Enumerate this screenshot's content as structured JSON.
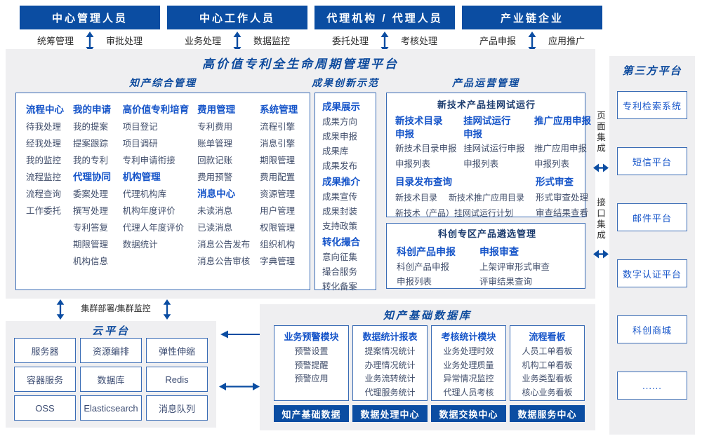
{
  "colors": {
    "primary_dark_blue": "#0b4da2",
    "accent_blue": "#1554c9",
    "deep_title_blue": "#0d4a9d",
    "item_text": "#414e6b",
    "box_border": "#3a6cb5",
    "panel_gray": "#efeff1"
  },
  "actors": [
    {
      "title": "中心管理人员",
      "tag_left": "统筹管理",
      "tag_right": "审批处理"
    },
    {
      "title": "中心工作人员",
      "tag_left": "业务处理",
      "tag_right": "数据监控"
    },
    {
      "title": "代理机构 / 代理人员",
      "tag_left": "委托处理",
      "tag_right": "考核处理"
    },
    {
      "title": "产业链企业",
      "tag_left": "产品申报",
      "tag_right": "应用推广"
    }
  ],
  "platform": {
    "title": "高价值专利全生命周期管理平台",
    "ip": {
      "title": "知产综合管理",
      "flow": {
        "header": "流程中心",
        "items": [
          "待我处理",
          "经我处理",
          "我的监控",
          "流程监控",
          "流程查询",
          "工作委托"
        ]
      },
      "apply": {
        "header": "我的申请",
        "items": [
          "我的提案",
          "提案跟踪",
          "我的专利"
        ]
      },
      "agency": {
        "header": "代理协同",
        "items": [
          "委案处理",
          "撰写处理",
          "专利答复",
          "期限管理",
          "机构信息"
        ]
      },
      "cultivate": {
        "header": "高价值专利培育",
        "items": [
          "项目登记",
          "项目调研",
          "专利申请衔接"
        ]
      },
      "org": {
        "header": "机构管理",
        "items": [
          "代理机构库",
          "机构年度评价",
          "代理人年度评价",
          "数据统计"
        ]
      },
      "fee": {
        "header": "费用管理",
        "items": [
          "专利费用",
          "账单管理",
          "回款记账",
          "费用预警"
        ]
      },
      "msg": {
        "header": "消息中心",
        "items": [
          "未读消息",
          "已读消息",
          "消息公告发布",
          "消息公告审核"
        ]
      },
      "sys": {
        "header": "系统管理",
        "items": [
          "流程引擎",
          "消息引擎",
          "期限管理",
          "费用配置",
          "资源管理",
          "用户管理",
          "权限管理",
          "组织机构",
          "字典管理"
        ]
      }
    },
    "achievement": {
      "title": "成果创新示范",
      "show": {
        "header": "成果展示",
        "items": [
          "成果方向",
          "成果申报",
          "成果库",
          "成果发布"
        ]
      },
      "promote": {
        "header": "成果推介",
        "items": [
          "成果宣传",
          "成果封装",
          "支持政策"
        ]
      },
      "match": {
        "header": "转化撮合",
        "items": [
          "意向征集",
          "撮合服务",
          "转化备案"
        ]
      }
    },
    "product": {
      "title": "产品运营管理",
      "trial": {
        "title": "新技术产品挂网试运行",
        "catalog": {
          "header": "新技术目录申报",
          "items": [
            "新技术目录申报",
            "申报列表"
          ]
        },
        "online": {
          "header": "挂网试运行申报",
          "items": [
            "挂网试运行申报",
            "申报列表"
          ]
        },
        "spread": {
          "header": "推广应用申报",
          "items": [
            "推广应用申报",
            "申报列表"
          ]
        },
        "query": {
          "header": "目录发布查询",
          "items": [
            "新技术目录",
            "新技术推广应用目录",
            "新技术（产品）挂网试运行计划"
          ]
        },
        "review": {
          "header": "形式审查",
          "items": [
            "形式审查处理",
            "审查结果查看"
          ]
        }
      },
      "select": {
        "title": "科创专区产品遴选管理",
        "apply": {
          "header": "科创产品申报",
          "items": [
            "科创产品申报",
            "申报列表"
          ]
        },
        "review": {
          "header": "申报审查",
          "items": [
            "上架评审形式审查",
            "评审结果查询"
          ]
        }
      }
    }
  },
  "integration": {
    "page": "页面集成",
    "api": "接口集成"
  },
  "third_party": {
    "title": "第三方平台",
    "systems": [
      "专利检索系统",
      "短信平台",
      "邮件平台",
      "数字认证平台",
      "科创商城",
      "......"
    ]
  },
  "cluster_label": "集群部署/集群监控",
  "cloud": {
    "title": "云平台",
    "services": [
      "服务器",
      "资源编排",
      "弹性伸缩",
      "容器服务",
      "数据库",
      "Redis",
      "OSS",
      "Elasticsearch",
      "消息队列"
    ]
  },
  "database": {
    "title": "知产基础数据库",
    "modules": [
      {
        "header": "业务预警模块",
        "items": [
          "预警设置",
          "预警提醒",
          "预警应用"
        ]
      },
      {
        "header": "数据统计报表",
        "items": [
          "提案情况统计",
          "办理情况统计",
          "业务流转统计",
          "代理服务统计"
        ]
      },
      {
        "header": "考核统计模块",
        "items": [
          "业务处理时效",
          "业务处理质量",
          "异常情况监控",
          "代理人员考核"
        ]
      },
      {
        "header": "流程看板",
        "items": [
          "人员工单看板",
          "机构工单看板",
          "业务类型看板",
          "核心业务看板"
        ]
      }
    ],
    "centers": [
      "知产基础数据",
      "数据处理中心",
      "数据交换中心",
      "数据服务中心"
    ]
  }
}
